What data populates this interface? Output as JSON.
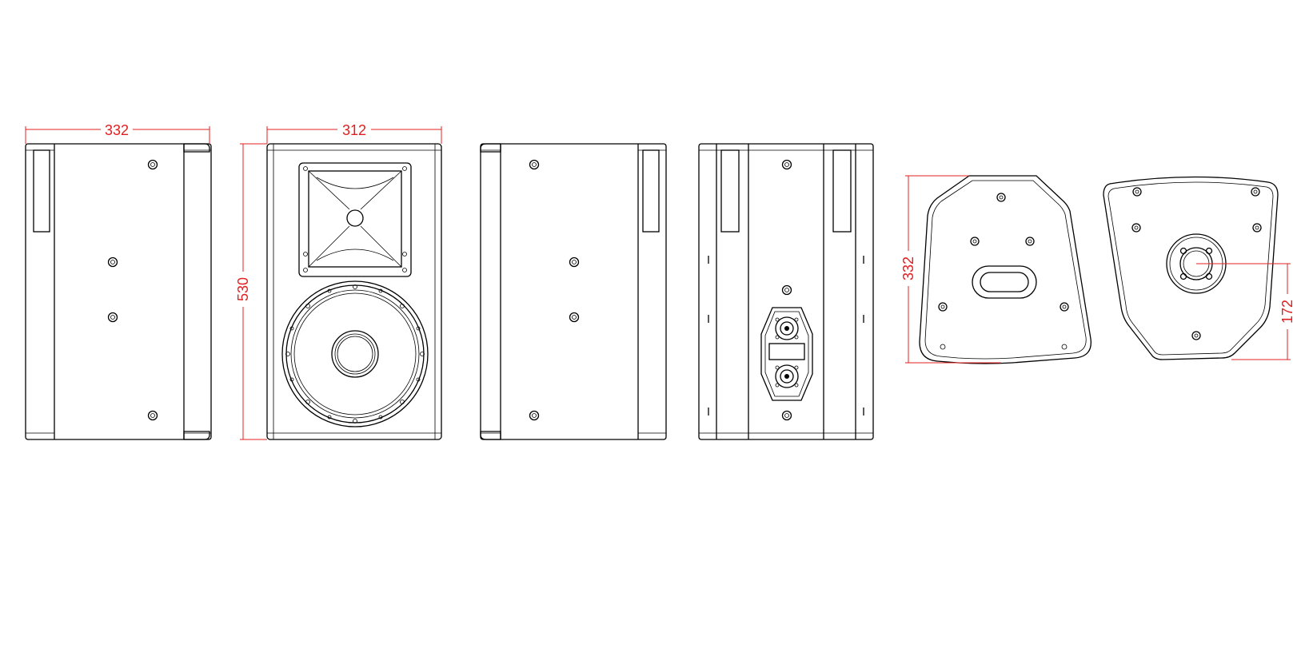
{
  "dimensions": {
    "side_width": "332",
    "front_width": "312",
    "height": "530",
    "top_depth": "332",
    "bottom_offset": "172"
  },
  "colors": {
    "line": "#000000",
    "dimension": "#e02020",
    "background": "#ffffff"
  }
}
